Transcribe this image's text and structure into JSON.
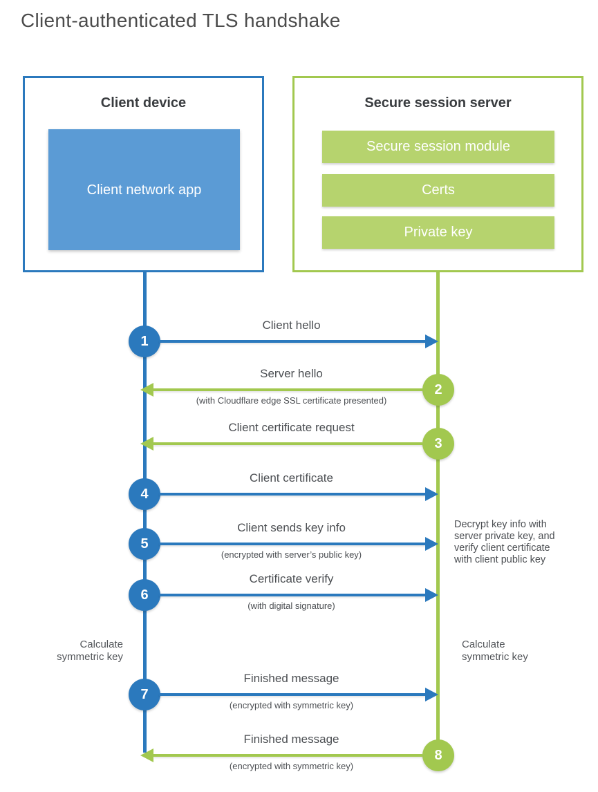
{
  "title": "Client-authenticated TLS handshake",
  "colors": {
    "blue": "#2b79bd",
    "blue_fill": "#5b9bd5",
    "green": "#a2c84f",
    "green_fill": "#b6d36e",
    "heading_text": "#3a3d40",
    "label_text": "#4b4e52"
  },
  "client_box": {
    "title": "Client device",
    "app_label": "Client network app"
  },
  "server_box": {
    "title": "Secure session server",
    "modules": [
      "Secure session module",
      "Certs",
      "Private key"
    ]
  },
  "steps": [
    {
      "num": "1",
      "direction": "client-to-server",
      "label": "Client hello",
      "sub": ""
    },
    {
      "num": "2",
      "direction": "server-to-client",
      "label": "Server hello",
      "sub": "(with Cloudflare edge SSL certificate presented)"
    },
    {
      "num": "3",
      "direction": "server-to-client",
      "label": "Client certificate request",
      "sub": ""
    },
    {
      "num": "4",
      "direction": "client-to-server",
      "label": "Client certificate",
      "sub": ""
    },
    {
      "num": "5",
      "direction": "client-to-server",
      "label": "Client sends key info",
      "sub": "(encrypted with server’s public key)"
    },
    {
      "num": "6",
      "direction": "client-to-server",
      "label": "Certificate verify",
      "sub": "(with digital signature)"
    },
    {
      "num": "7",
      "direction": "client-to-server",
      "label": "Finished message",
      "sub": "(encrypted with symmetric key)"
    },
    {
      "num": "8",
      "direction": "server-to-client",
      "label": "Finished message",
      "sub": "(encrypted with symmetric key)"
    }
  ],
  "annotations": {
    "server_note_lines": [
      "Decrypt key info with",
      "server private key, and",
      "verify client certificate",
      "with client public key"
    ],
    "calc_left_lines": [
      "Calculate",
      "symmetric key"
    ],
    "calc_right_lines": [
      "Calculate",
      "symmetric key"
    ]
  }
}
